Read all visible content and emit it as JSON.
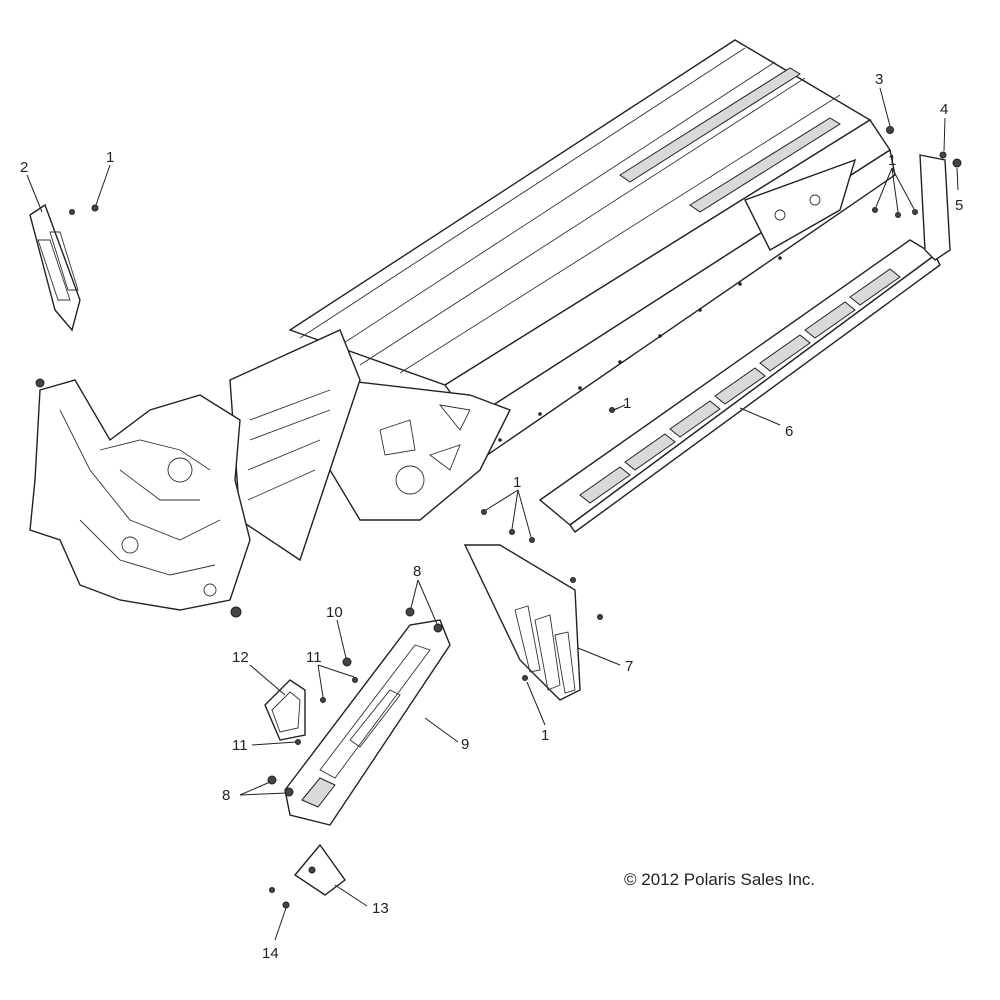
{
  "copyright": "© 2012 Polaris Sales Inc.",
  "callouts": {
    "c1_top": "1",
    "c2": "2",
    "c3": "3",
    "c4": "4",
    "c5": "5",
    "c1_right": "1",
    "c1_mid": "1",
    "c1_center": "1",
    "c6": "6",
    "c8_top": "8",
    "c10": "10",
    "c11_top": "11",
    "c12": "12",
    "c7": "7",
    "c1_bottom": "1",
    "c9": "9",
    "c11_bottom": "11",
    "c8_bottom": "8",
    "c13": "13",
    "c14": "14"
  }
}
